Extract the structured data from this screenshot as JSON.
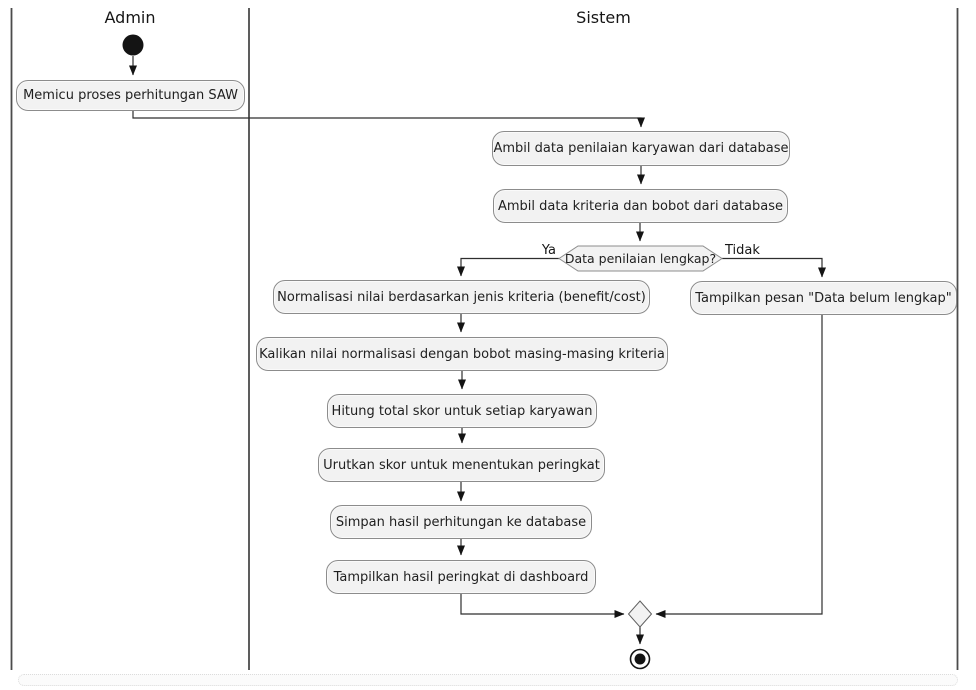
{
  "lanes": [
    {
      "title": "Admin"
    },
    {
      "title": "Sistem"
    }
  ],
  "activities": [
    {
      "label": "Memicu proses perhitungan SAW"
    },
    {
      "label": "Ambil data penilaian karyawan dari database"
    },
    {
      "label": "Ambil data kriteria dan bobot dari database"
    },
    {
      "label": "Normalisasi nilai berdasarkan jenis kriteria (benefit/cost)"
    },
    {
      "label": "Kalikan nilai normalisasi dengan bobot masing-masing kriteria"
    },
    {
      "label": "Hitung total skor untuk setiap karyawan"
    },
    {
      "label": "Urutkan skor untuk menentukan peringkat"
    },
    {
      "label": "Simpan hasil perhitungan ke database"
    },
    {
      "label": "Tampilkan hasil peringkat di dashboard"
    },
    {
      "label": "Tampilkan pesan \"Data belum lengkap\""
    }
  ],
  "decision": {
    "question": "Data penilaian lengkap?",
    "branch_yes": "Ya",
    "branch_no": "Tidak"
  },
  "colors": {
    "activity_fill": "#f2f2f2",
    "activity_border": "#8c8c8c",
    "lane_line": "#4b4b4b",
    "connector": "#2e2e2e",
    "node_black": "#141414",
    "text": "#1f1f1f",
    "background": "#ffffff"
  }
}
